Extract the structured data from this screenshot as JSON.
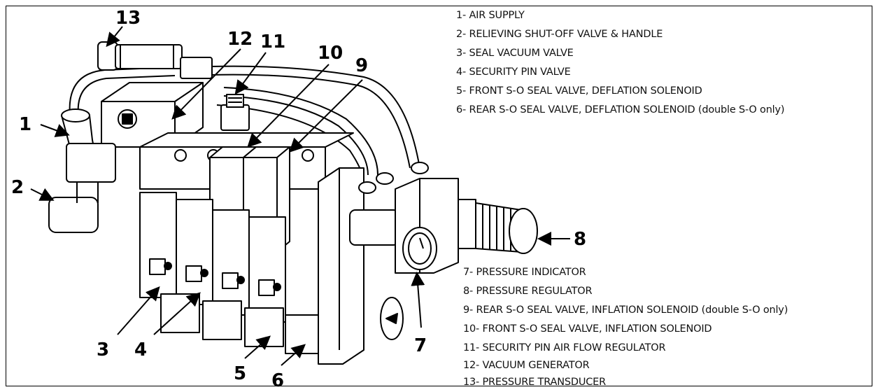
{
  "legend_top": [
    "1- AIR SUPPLY",
    "2- RELIEVING SHUT-OFF VALVE & HANDLE",
    "3- SEAL VACUUM VALVE",
    "4- SECURITY PIN VALVE",
    "5- FRONT S-O SEAL VALVE, DEFLATION SOLENOID",
    "6- REAR S-O SEAL VALVE, DEFLATION SOLENOID (double S-O only)"
  ],
  "legend_bottom": [
    "7- PRESSURE INDICATOR",
    "8- PRESSURE REGULATOR",
    "9- REAR S-O SEAL VALVE, INFLATION SOLENOID (double S-O only)",
    "10- FRONT S-O SEAL VALVE, INFLATION SOLENOID",
    "11- SECURITY PIN AIR FLOW REGULATOR",
    "12- VACUUM GENERATOR",
    "13- PRESSURE TRANSDUCER"
  ],
  "callouts": {
    "c1": "1",
    "c2": "2",
    "c3": "3",
    "c4": "4",
    "c5": "5",
    "c6": "6",
    "c7": "7",
    "c8": "8",
    "c9": "9",
    "c10": "10",
    "c11": "11",
    "c12": "12",
    "c13": "13"
  }
}
